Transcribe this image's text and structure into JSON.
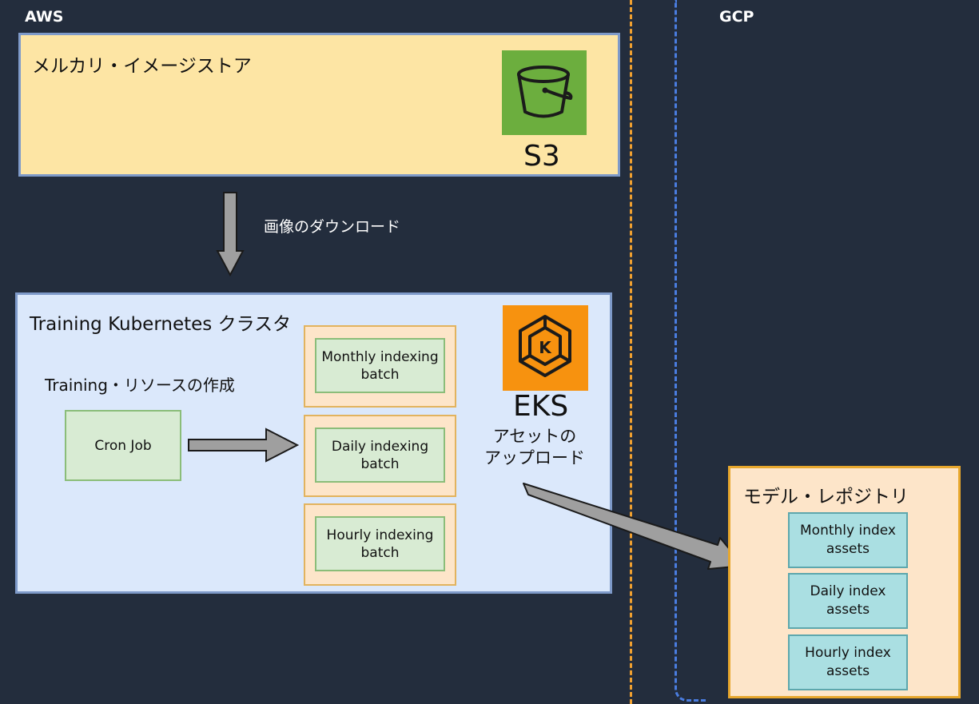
{
  "regions": {
    "aws_label": "AWS",
    "gcp_label": "GCP"
  },
  "image_store": {
    "title": "メルカリ・イメージストア",
    "service_name": "S3",
    "icon": "s3-bucket-icon"
  },
  "download_label": "画像のダウンロード",
  "cluster": {
    "title": "Training Kubernetes クラスタ",
    "resource_label": "Training・リソースの作成",
    "cron_job": "Cron Job",
    "batches": [
      "Monthly indexing\nbatch",
      "Daily indexing\nbatch",
      "Hourly indexing\nbatch"
    ],
    "service_name": "EKS",
    "icon": "eks-kubernetes-icon"
  },
  "upload_label": "アセットの\nアップロード",
  "model_repository": {
    "title": "モデル・レポジトリ",
    "assets": [
      "Monthly index\nassets",
      "Daily index\nassets",
      "Hourly index\nassets"
    ]
  },
  "colors": {
    "background": "#232d3d",
    "aws_boundary": "#f0a030",
    "gcp_boundary": "#4a7de0",
    "s3_green": "#6cae3e",
    "eks_orange": "#f7920f"
  }
}
